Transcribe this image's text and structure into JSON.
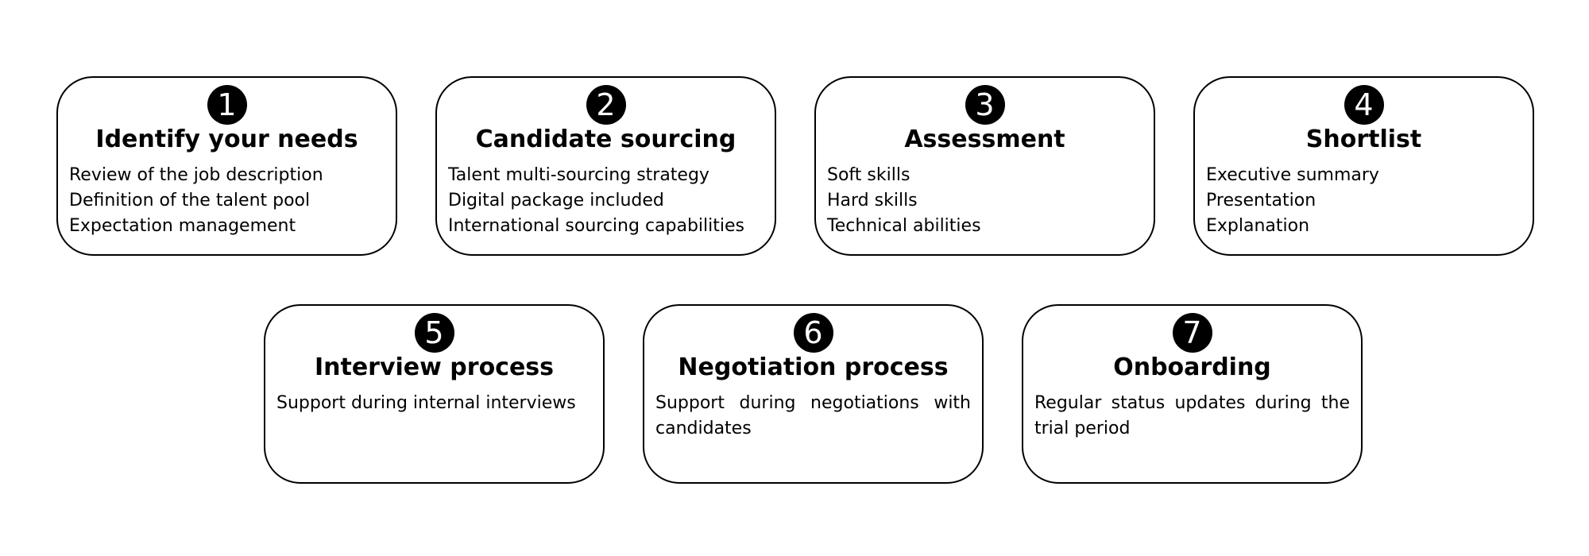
{
  "steps": [
    {
      "number": "1",
      "title": "Identify your needs",
      "items": [
        "Review of the job description",
        "Definition of the talent pool",
        "Expectation management"
      ]
    },
    {
      "number": "2",
      "title": "Candidate sourcing",
      "items": [
        "Talent multi-sourcing strategy",
        "Digital package included",
        "International sourcing capabilities"
      ]
    },
    {
      "number": "3",
      "title": "Assessment",
      "items": [
        "Soft skills",
        "Hard skills",
        "Technical abilities"
      ]
    },
    {
      "number": "4",
      "title": "Shortlist",
      "items": [
        "Executive summary",
        "Presentation",
        "Explanation"
      ]
    },
    {
      "number": "5",
      "title": "Interview process",
      "description": "Support during internal interviews"
    },
    {
      "number": "6",
      "title": "Negotiation process",
      "description": "Support during negotiations with candidates"
    },
    {
      "number": "7",
      "title": "Onboarding",
      "description": "Regular status updates during the trial period"
    }
  ]
}
